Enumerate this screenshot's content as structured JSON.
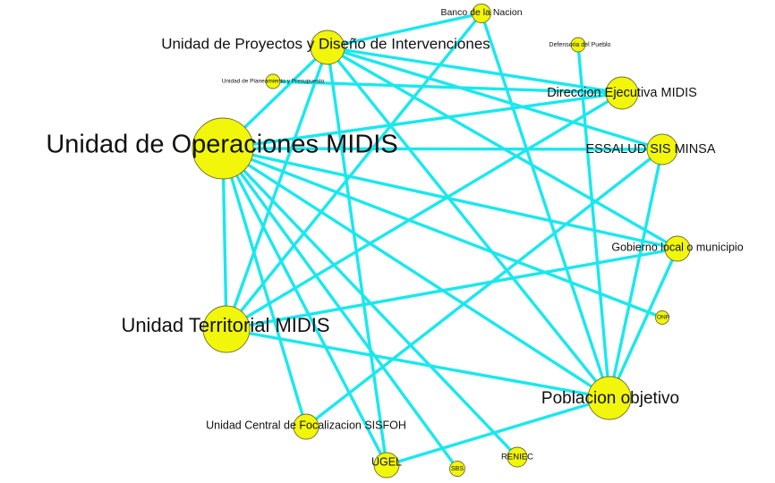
{
  "colors": {
    "edge": "#19e8ee",
    "node": "#f1f60a",
    "node_outline": "#6f6f2a",
    "label": "#111111",
    "background": "#ffffff"
  },
  "graph": {
    "nodes": [
      {
        "id": "uo",
        "label": "Unidad de Operaciones MIDIS"
      },
      {
        "id": "upd",
        "label": "Unidad de Proyectos y Diseño de Intervenciones"
      },
      {
        "id": "bn",
        "label": "Banco de la Nacion"
      },
      {
        "id": "dp",
        "label": "Defensoria del Pueblo"
      },
      {
        "id": "upp",
        "label": "Unidad de Planeamiento y Presupuesto"
      },
      {
        "id": "de",
        "label": "Direccion Ejecutiva MIDIS"
      },
      {
        "id": "es",
        "label": "ESSALUD SIS MINSA"
      },
      {
        "id": "gl",
        "label": "Gobierno local o municipio"
      },
      {
        "id": "onp",
        "label": "ONP"
      },
      {
        "id": "po",
        "label": "Poblacion objetivo"
      },
      {
        "id": "ut",
        "label": "Unidad Territorial MIDIS"
      },
      {
        "id": "uc",
        "label": "Unidad Central de Focalizacion SISFOH"
      },
      {
        "id": "ugel",
        "label": "UGEL"
      },
      {
        "id": "sbs",
        "label": "SBS"
      },
      {
        "id": "ren",
        "label": "RENIEC"
      }
    ],
    "edges": [
      [
        "uo",
        "upd"
      ],
      [
        "uo",
        "de"
      ],
      [
        "uo",
        "es"
      ],
      [
        "uo",
        "gl"
      ],
      [
        "uo",
        "onp"
      ],
      [
        "uo",
        "ut"
      ],
      [
        "uo",
        "uc"
      ],
      [
        "uo",
        "ugel"
      ],
      [
        "uo",
        "sbs"
      ],
      [
        "uo",
        "ren"
      ],
      [
        "uo",
        "po"
      ],
      [
        "upd",
        "bn"
      ],
      [
        "upd",
        "de"
      ],
      [
        "upd",
        "es"
      ],
      [
        "upd",
        "gl"
      ],
      [
        "upd",
        "po"
      ],
      [
        "upd",
        "ut"
      ],
      [
        "upd",
        "ugel"
      ],
      [
        "bn",
        "ut"
      ],
      [
        "bn",
        "po"
      ],
      [
        "dp",
        "po"
      ],
      [
        "upp",
        "de"
      ],
      [
        "de",
        "ut"
      ],
      [
        "es",
        "uc"
      ],
      [
        "es",
        "po"
      ],
      [
        "gl",
        "ut"
      ],
      [
        "gl",
        "po"
      ],
      [
        "ut",
        "po"
      ],
      [
        "po",
        "ugel"
      ]
    ]
  }
}
